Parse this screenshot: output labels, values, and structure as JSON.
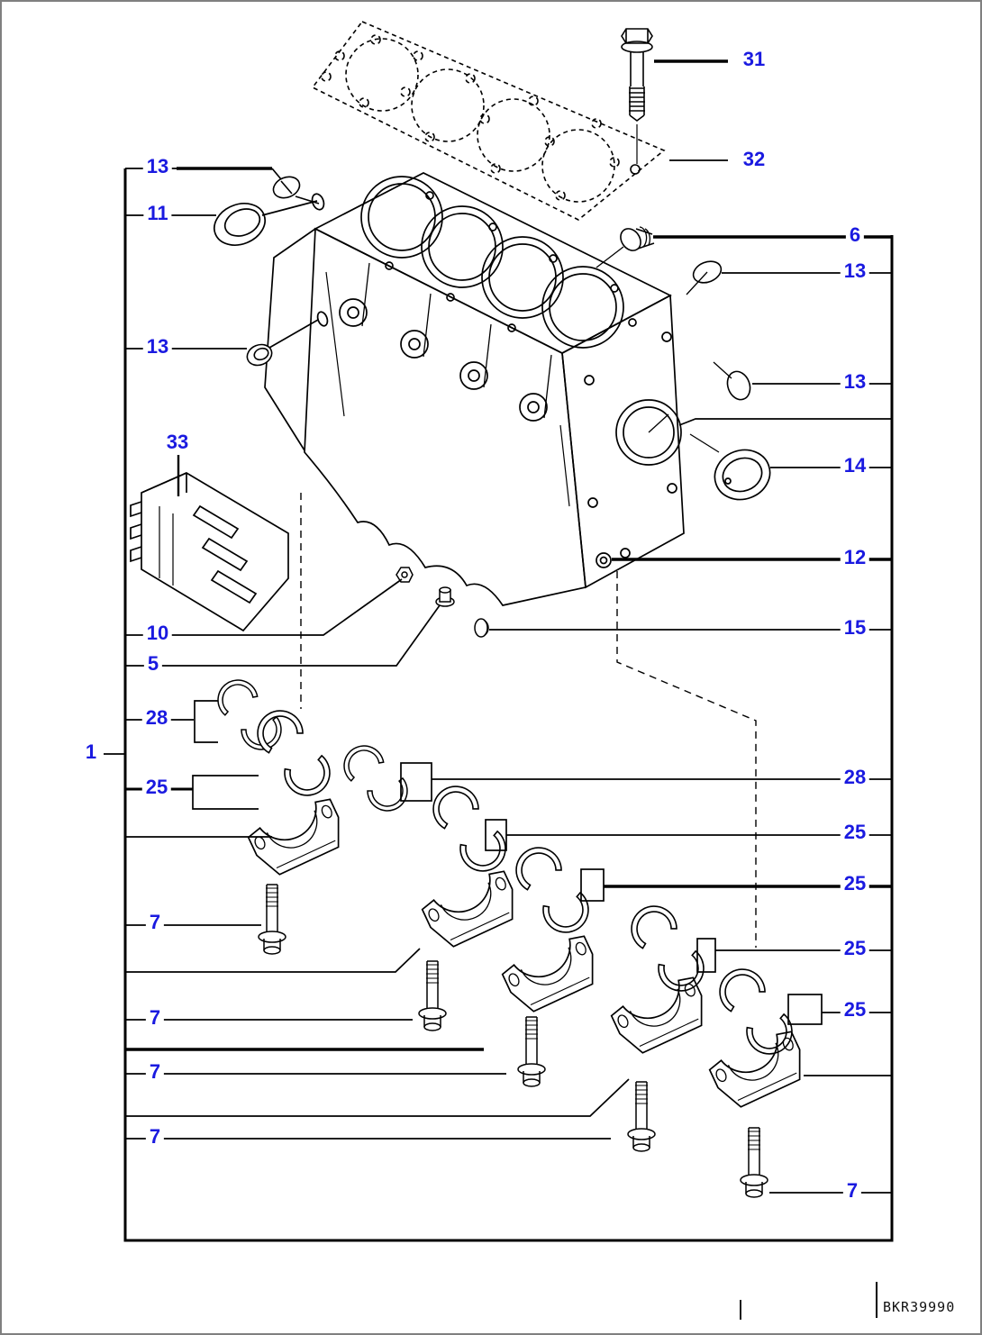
{
  "figure": {
    "kind": "exploded-parts-diagram",
    "subject": "engine cylinder block assembly",
    "colors": {
      "callout_blue": "#1a1ae0",
      "line_black": "#000000",
      "border_gray": "#808080",
      "background": "#ffffff"
    }
  },
  "callouts": {
    "left": [
      {
        "label": "13"
      },
      {
        "label": "11"
      },
      {
        "label": "13"
      },
      {
        "label": "33"
      },
      {
        "label": "10"
      },
      {
        "label": "5"
      },
      {
        "label": "28"
      },
      {
        "label": "1"
      },
      {
        "label": "25"
      },
      {
        "label": "7"
      },
      {
        "label": "7"
      },
      {
        "label": "7"
      },
      {
        "label": "7"
      }
    ],
    "right": [
      {
        "label": "31"
      },
      {
        "label": "32"
      },
      {
        "label": "6"
      },
      {
        "label": "13"
      },
      {
        "label": "13"
      },
      {
        "label": "14"
      },
      {
        "label": "12"
      },
      {
        "label": "15"
      },
      {
        "label": "28"
      },
      {
        "label": "25"
      },
      {
        "label": "25"
      },
      {
        "label": "25"
      },
      {
        "label": "25"
      },
      {
        "label": "7"
      }
    ]
  },
  "footer": {
    "drawing_code": "BKR39990"
  }
}
